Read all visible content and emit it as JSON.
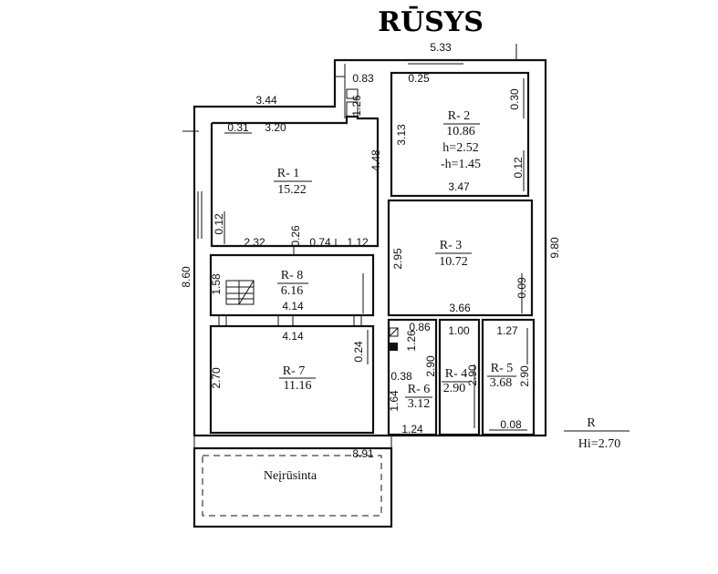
{
  "title": "RŪSYS",
  "rooms": [
    {
      "id": "r1",
      "label": "R- 1",
      "area": "15.22"
    },
    {
      "id": "r2",
      "label": "R- 2",
      "area": "10.86",
      "h": "h=2.52",
      "h2": "-h=1.45"
    },
    {
      "id": "r3",
      "label": "R- 3",
      "area": "10.72"
    },
    {
      "id": "r4",
      "label": "R- 4",
      "area": "2.90"
    },
    {
      "id": "r5",
      "label": "R- 5",
      "area": "3.68"
    },
    {
      "id": "r6",
      "label": "R- 6",
      "area": "3.12"
    },
    {
      "id": "r7",
      "label": "R- 7",
      "area": "11.16"
    },
    {
      "id": "r8",
      "label": "R- 8",
      "area": "6.16"
    }
  ],
  "dimensions": {
    "d533": "5.33",
    "d344": "3.44",
    "d083": "0.83",
    "d025": "0.25",
    "d126a": "1.26",
    "d030": "0.30",
    "d031": "0.31",
    "d320": "3.20",
    "d313": "3.13",
    "d448": "4.48",
    "d012a": "0.12",
    "d347": "3.47",
    "d012b": "0.12",
    "d232": "2.32",
    "d026": "0.26",
    "d074": "0.74",
    "d112": "1.12",
    "d295": "2.95",
    "d980": "9.80",
    "d860": "8.60",
    "d158": "1.58",
    "d414a": "4.14",
    "d009": "0.09",
    "d366": "3.66",
    "d414b": "4.14",
    "d024": "0.24",
    "d086": "0.86",
    "d126b": "1.26",
    "d100": "1.00",
    "d127": "1.27",
    "d270": "2.70",
    "d038": "0.38",
    "d290a": "2.90",
    "d290b": "2.90",
    "d290c": "2.90",
    "d164": "1.64",
    "d124": "1.24",
    "d008": "0.08",
    "d891": "8.91"
  },
  "unfinished_label": "Neįrūsinta",
  "legend": {
    "symbol": "R",
    "height": "Hi=2.70"
  }
}
